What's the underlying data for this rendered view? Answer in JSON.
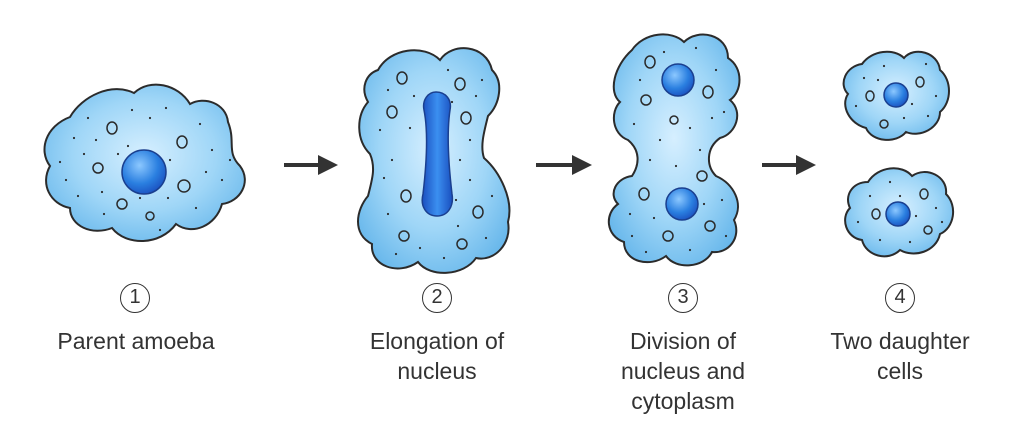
{
  "colors": {
    "cytoplasm_light": "#d6efff",
    "cytoplasm": "#8ccdf5",
    "cytoplasm_edge": "#5aaee6",
    "outline": "#2b2b2b",
    "nucleus_light": "#7fc2ff",
    "nucleus": "#2a7fe0",
    "nucleus_dark": "#1a4fbf",
    "arrow": "#333333",
    "text": "#333333"
  },
  "steps": [
    {
      "number": "1",
      "caption": [
        "Parent amoeba"
      ]
    },
    {
      "number": "2",
      "caption": [
        "Elongation of",
        "nucleus"
      ]
    },
    {
      "number": "3",
      "caption": [
        "Division of",
        "nucleus and",
        "cytoplasm"
      ]
    },
    {
      "number": "4",
      "caption": [
        "Two daughter",
        "cells"
      ]
    }
  ],
  "icons": [
    "arrow-right-icon",
    "arrow-right-icon",
    "arrow-right-icon"
  ]
}
